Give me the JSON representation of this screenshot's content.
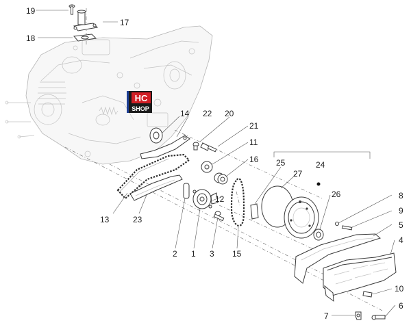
{
  "logo": {
    "line1": "HC",
    "line2": "SHOP",
    "colors": {
      "red": "#d21f26",
      "blue": "#1d3f94",
      "dark": "#1a1a1a"
    }
  },
  "callouts": {
    "c1": "1",
    "c2": "2",
    "c3": "3",
    "c4": "4",
    "c5": "5",
    "c6": "6",
    "c7": "7",
    "c8": "8",
    "c9": "9",
    "c10": "10",
    "c11": "11",
    "c12": "12",
    "c13": "13",
    "c14": "14",
    "c15": "15",
    "c16": "16",
    "c17": "17",
    "c18": "18",
    "c19": "19",
    "c20": "20",
    "c21": "21",
    "c22": "22",
    "c23": "23",
    "c24": "24",
    "c25": "25",
    "c26": "26",
    "c27": "27"
  }
}
